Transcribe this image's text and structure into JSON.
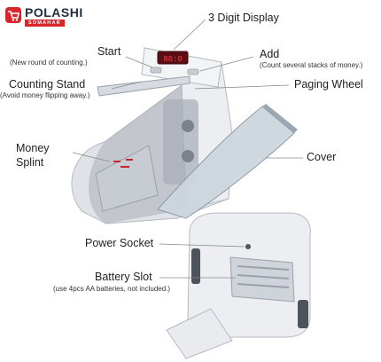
{
  "brand": {
    "name": "POLASHI",
    "tagline": "SOMAHAR",
    "icon": "shopping-cart-icon",
    "accent": "#d7262e"
  },
  "display": {
    "digits": "88:0"
  },
  "labels": {
    "three_digit_display": "3 Digit Display",
    "start": "Start",
    "start_note": "(New round of counting.)",
    "add": "Add",
    "add_note": "(Count several stacks of money.)",
    "counting_stand": "Counting Stand",
    "counting_stand_note": "(Avoid money flipping away.)",
    "paging_wheel": "Paging Wheel",
    "money_splint_line1": "Money",
    "money_splint_line2": "Splint",
    "cover": "Cover",
    "power_socket": "Power Socket",
    "battery_slot": "Battery Slot",
    "battery_slot_note": "(use 4pcs AA batteries, not included.)"
  },
  "colors": {
    "body": "#e6e8ec",
    "shadow": "#b9bec6",
    "clear_cover": "#c9d3dc",
    "line": "#777777"
  }
}
